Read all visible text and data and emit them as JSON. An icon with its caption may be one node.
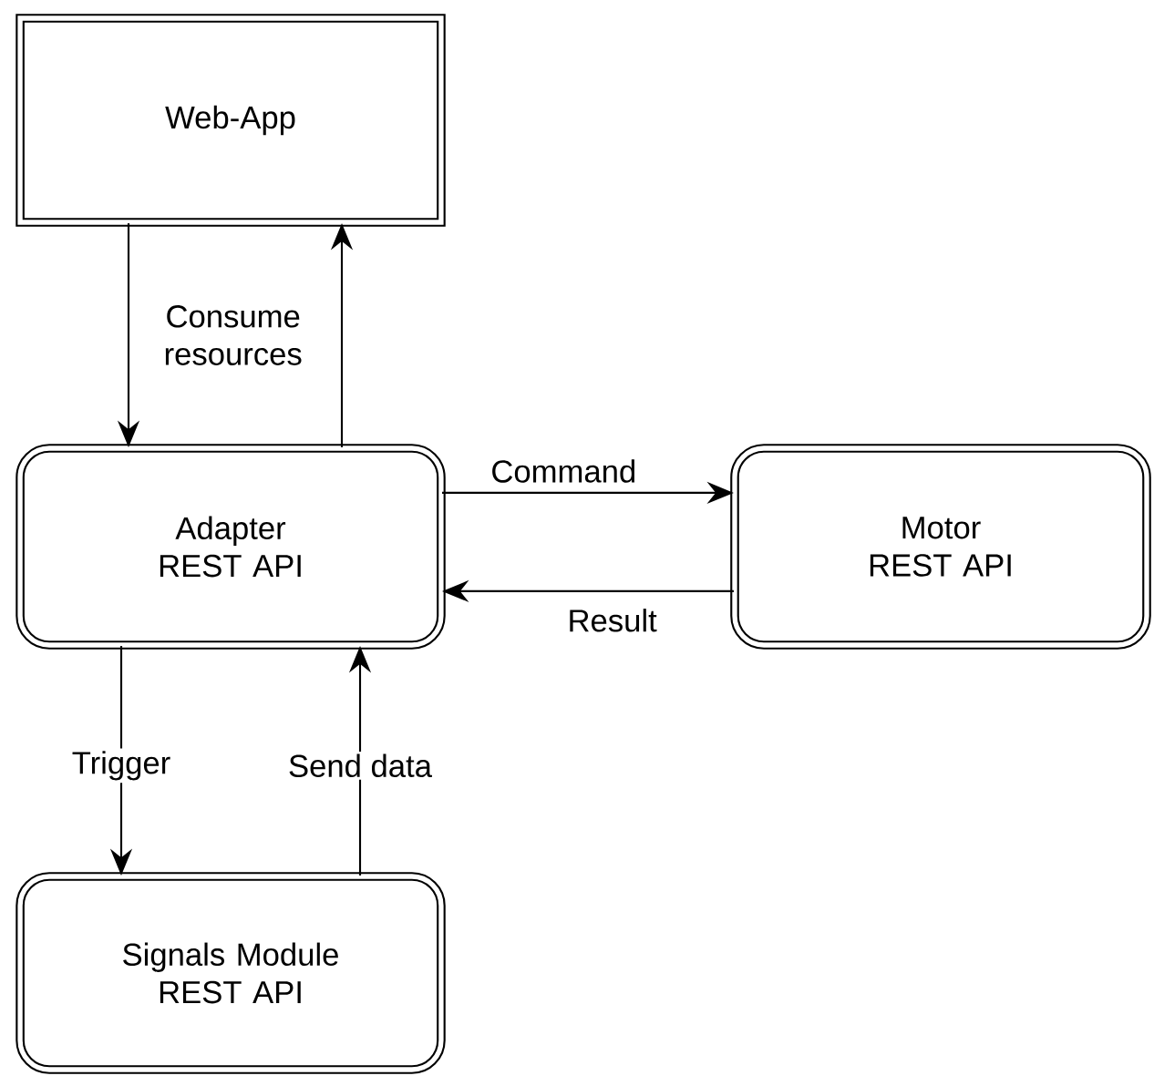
{
  "diagram": {
    "nodes": [
      {
        "text": [
          "Web-App"
        ]
      },
      {
        "text": [
          "Adapter REST API"
        ]
      },
      {
        "text": [
          "Motor REST API"
        ]
      },
      {
        "text": [
          "Signals Module REST API"
        ]
      }
    ],
    "edges": [
      {
        "from": 0,
        "to": 1,
        "arrow": "to",
        "label": "Consume resources"
      },
      {
        "from": 1,
        "to": 0,
        "arrow": "to"
      },
      {
        "from": 1,
        "to": 2,
        "arrow": "to",
        "label": "Command"
      },
      {
        "from": 2,
        "to": 1,
        "arrow": "to",
        "label": "Result"
      },
      {
        "from": 1,
        "to": 3,
        "arrow": "to",
        "label": "Trigger"
      },
      {
        "from": 3,
        "to": 1,
        "arrow": "to",
        "label": "Send data"
      }
    ]
  }
}
